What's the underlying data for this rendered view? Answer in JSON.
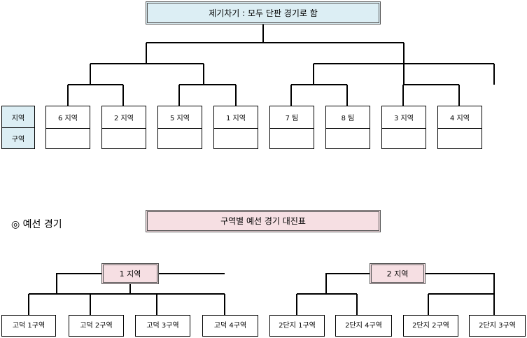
{
  "main_bracket": {
    "title": "제기차기 : 모두 단판 경기로 함",
    "row_labels": [
      "지역",
      "구역"
    ],
    "teams": [
      "6 지역",
      "2 지역",
      "5 지역",
      "1 지역",
      "7 팀",
      "8 팀",
      "3 지역",
      "4 지역"
    ]
  },
  "prelim": {
    "heading": "◎ 예선 경기",
    "title": "구역별 예선 경기 대진표",
    "regions": [
      {
        "name": "1 지역",
        "teams": [
          "고덕 1구역",
          "고덕 2구역",
          "고덕 3구역",
          "고덕 4구역"
        ]
      },
      {
        "name": "2 지역",
        "teams": [
          "2단지 1구역",
          "2단지 4구역",
          "2단지 2구역",
          "2단지 3구역"
        ]
      }
    ]
  },
  "colors": {
    "light_blue": "#dceef4",
    "light_pink": "#f6dfe3",
    "line": "#000000"
  }
}
